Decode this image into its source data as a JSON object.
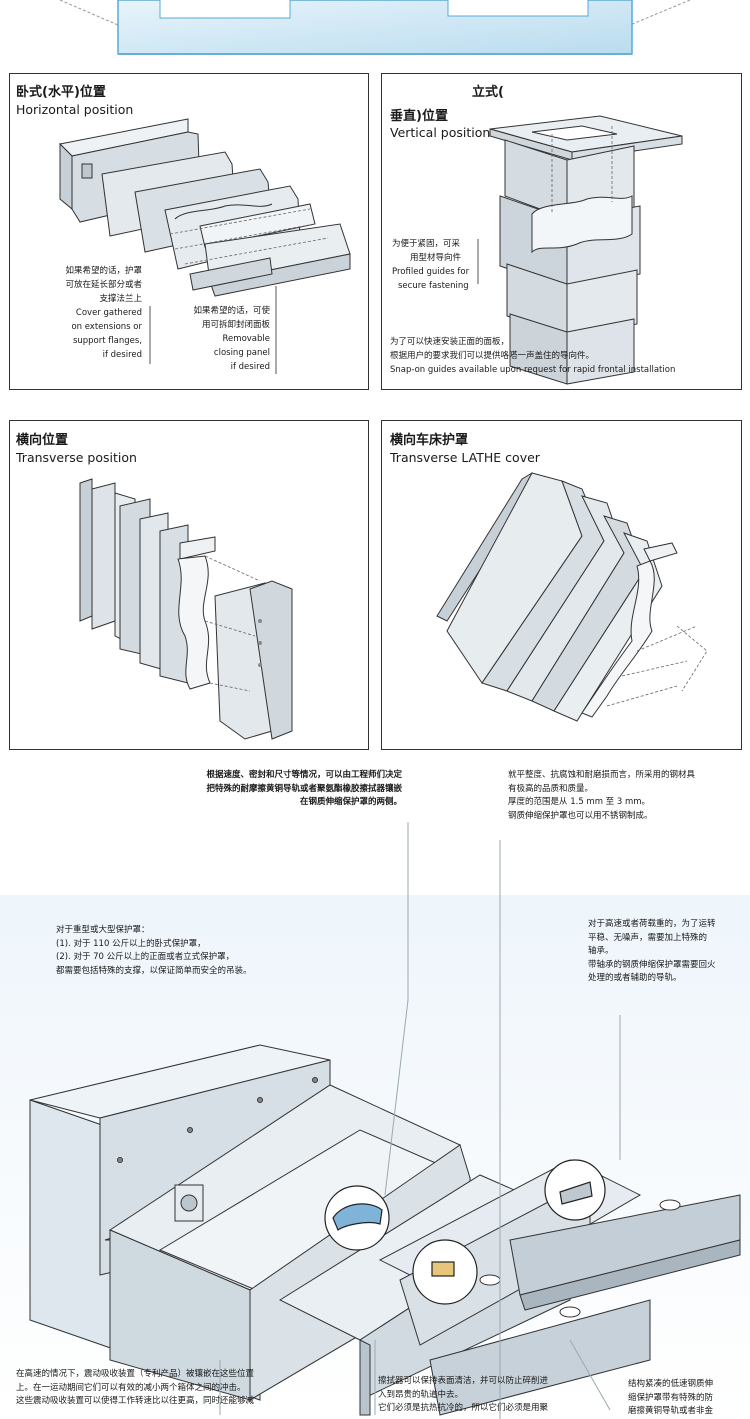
{
  "panels": {
    "horizontal": {
      "title_zh": "卧式(水平)位置",
      "title_en": "Horizontal position",
      "note_left": [
        "如果希望的话，护罩",
        "可放在延长部分或者",
        "支撑法兰上",
        "Cover gathered",
        "on extensions or",
        "support flanges,",
        "if desired"
      ],
      "note_right": [
        "如果希望的话，可使",
        "用可拆卸封闭面板",
        "Removable",
        "closing panel",
        "if desired"
      ]
    },
    "vertical": {
      "title_zh_1": "立式(",
      "title_zh_2": "垂直)位置",
      "title_en": "Vertical position",
      "note_left": [
        "为便于紧固，可采",
        "用型材导向件",
        "Profiled guides for",
        "secure fastening"
      ],
      "note_bottom": [
        "为了可以快速安装正面的面板，",
        "根据用户的要求我们可以提供咯嗒一声盖住的导向件。",
        "Snap-on guides available upon request for rapid frontal installation"
      ]
    },
    "transverse": {
      "title_zh": "横向位置",
      "title_en": "Transverse position"
    },
    "lathe": {
      "title_zh": "横向车床护罩",
      "title_en": "Transverse LATHE cover"
    }
  },
  "callouts": {
    "top_left": [
      "根据速度、密封和尺寸等情况，可以由工程师们决定",
      "把特殊的耐摩擦黄铜导轨或者聚氨酯橡胶擦拭器镶嵌",
      "在钢质伸缩保护罩的两侧。"
    ],
    "top_right": [
      "就平整度、抗腐蚀和耐磨损而言，所采用的钢材具",
      "有极高的品质和质量。",
      "厚度的范围是从 1.5 mm 至 3 mm。",
      "钢质伸缩保护罩也可以用不锈钢制成。"
    ],
    "heavy": [
      "对于重型或大型保护罩：",
      "(1). 对于 110 公斤以上的卧式保护罩，",
      "(2). 对于 70 公斤以上的正面或者立式保护罩，",
      "都需要包括特殊的支撑，以保证简单而安全的吊装。"
    ],
    "high_speed": [
      "对于高速或者荷载重的，为了运转",
      "平稳、无噪声，需要加上特殊的",
      "轴承。",
      "带轴承的钢质伸缩保护罩需要回火",
      "处理的或者辅助的导轨。"
    ],
    "bottom_left": [
      "在高速的情况下，震动吸收装置（专利产品）被镶嵌在这些位置",
      "上。在一运动期间它们可以有效的减小两个箱体之间的冲击。",
      "这些震动吸收装置可以使得工作转速比以往更高，同时还能够减"
    ],
    "bottom_mid": [
      "擦拭器可以保持表面清洁，并可以防止碎削进",
      "入到昂贵的轨道中去。",
      "它们必须是抗热抗冷的，所以它们必须是用聚"
    ],
    "bottom_right": [
      "结构紧凑的低速钢质伸",
      "缩保护罩带有特殊的防",
      "磨擦黄铜导轨或者非金"
    ]
  }
}
